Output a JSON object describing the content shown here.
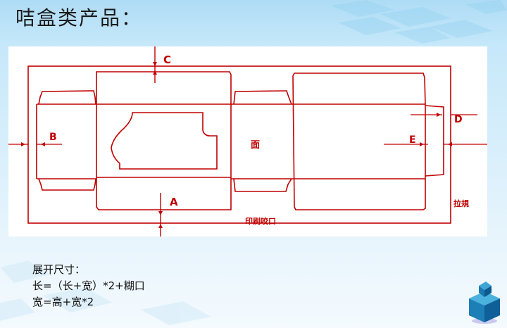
{
  "slide": {
    "title": "咭盒类产品：",
    "accent_color": "#c00000",
    "background_color": "#c6e8fa"
  },
  "diagram": {
    "type": "box dieline",
    "line_color": "#c00000",
    "labels": {
      "c": "C",
      "b": "B",
      "a": "A",
      "e": "E",
      "d": "D",
      "face": "面",
      "gripper_edge": "印刷咬口",
      "side_guide": "拉規"
    }
  },
  "notes": {
    "heading": "展开尺寸：",
    "length_formula": "长=（长+宽）*2+糊口",
    "width_formula": "宽=高+宽*2"
  },
  "decoration": {
    "logo_icon": "blue-cube-icon"
  }
}
